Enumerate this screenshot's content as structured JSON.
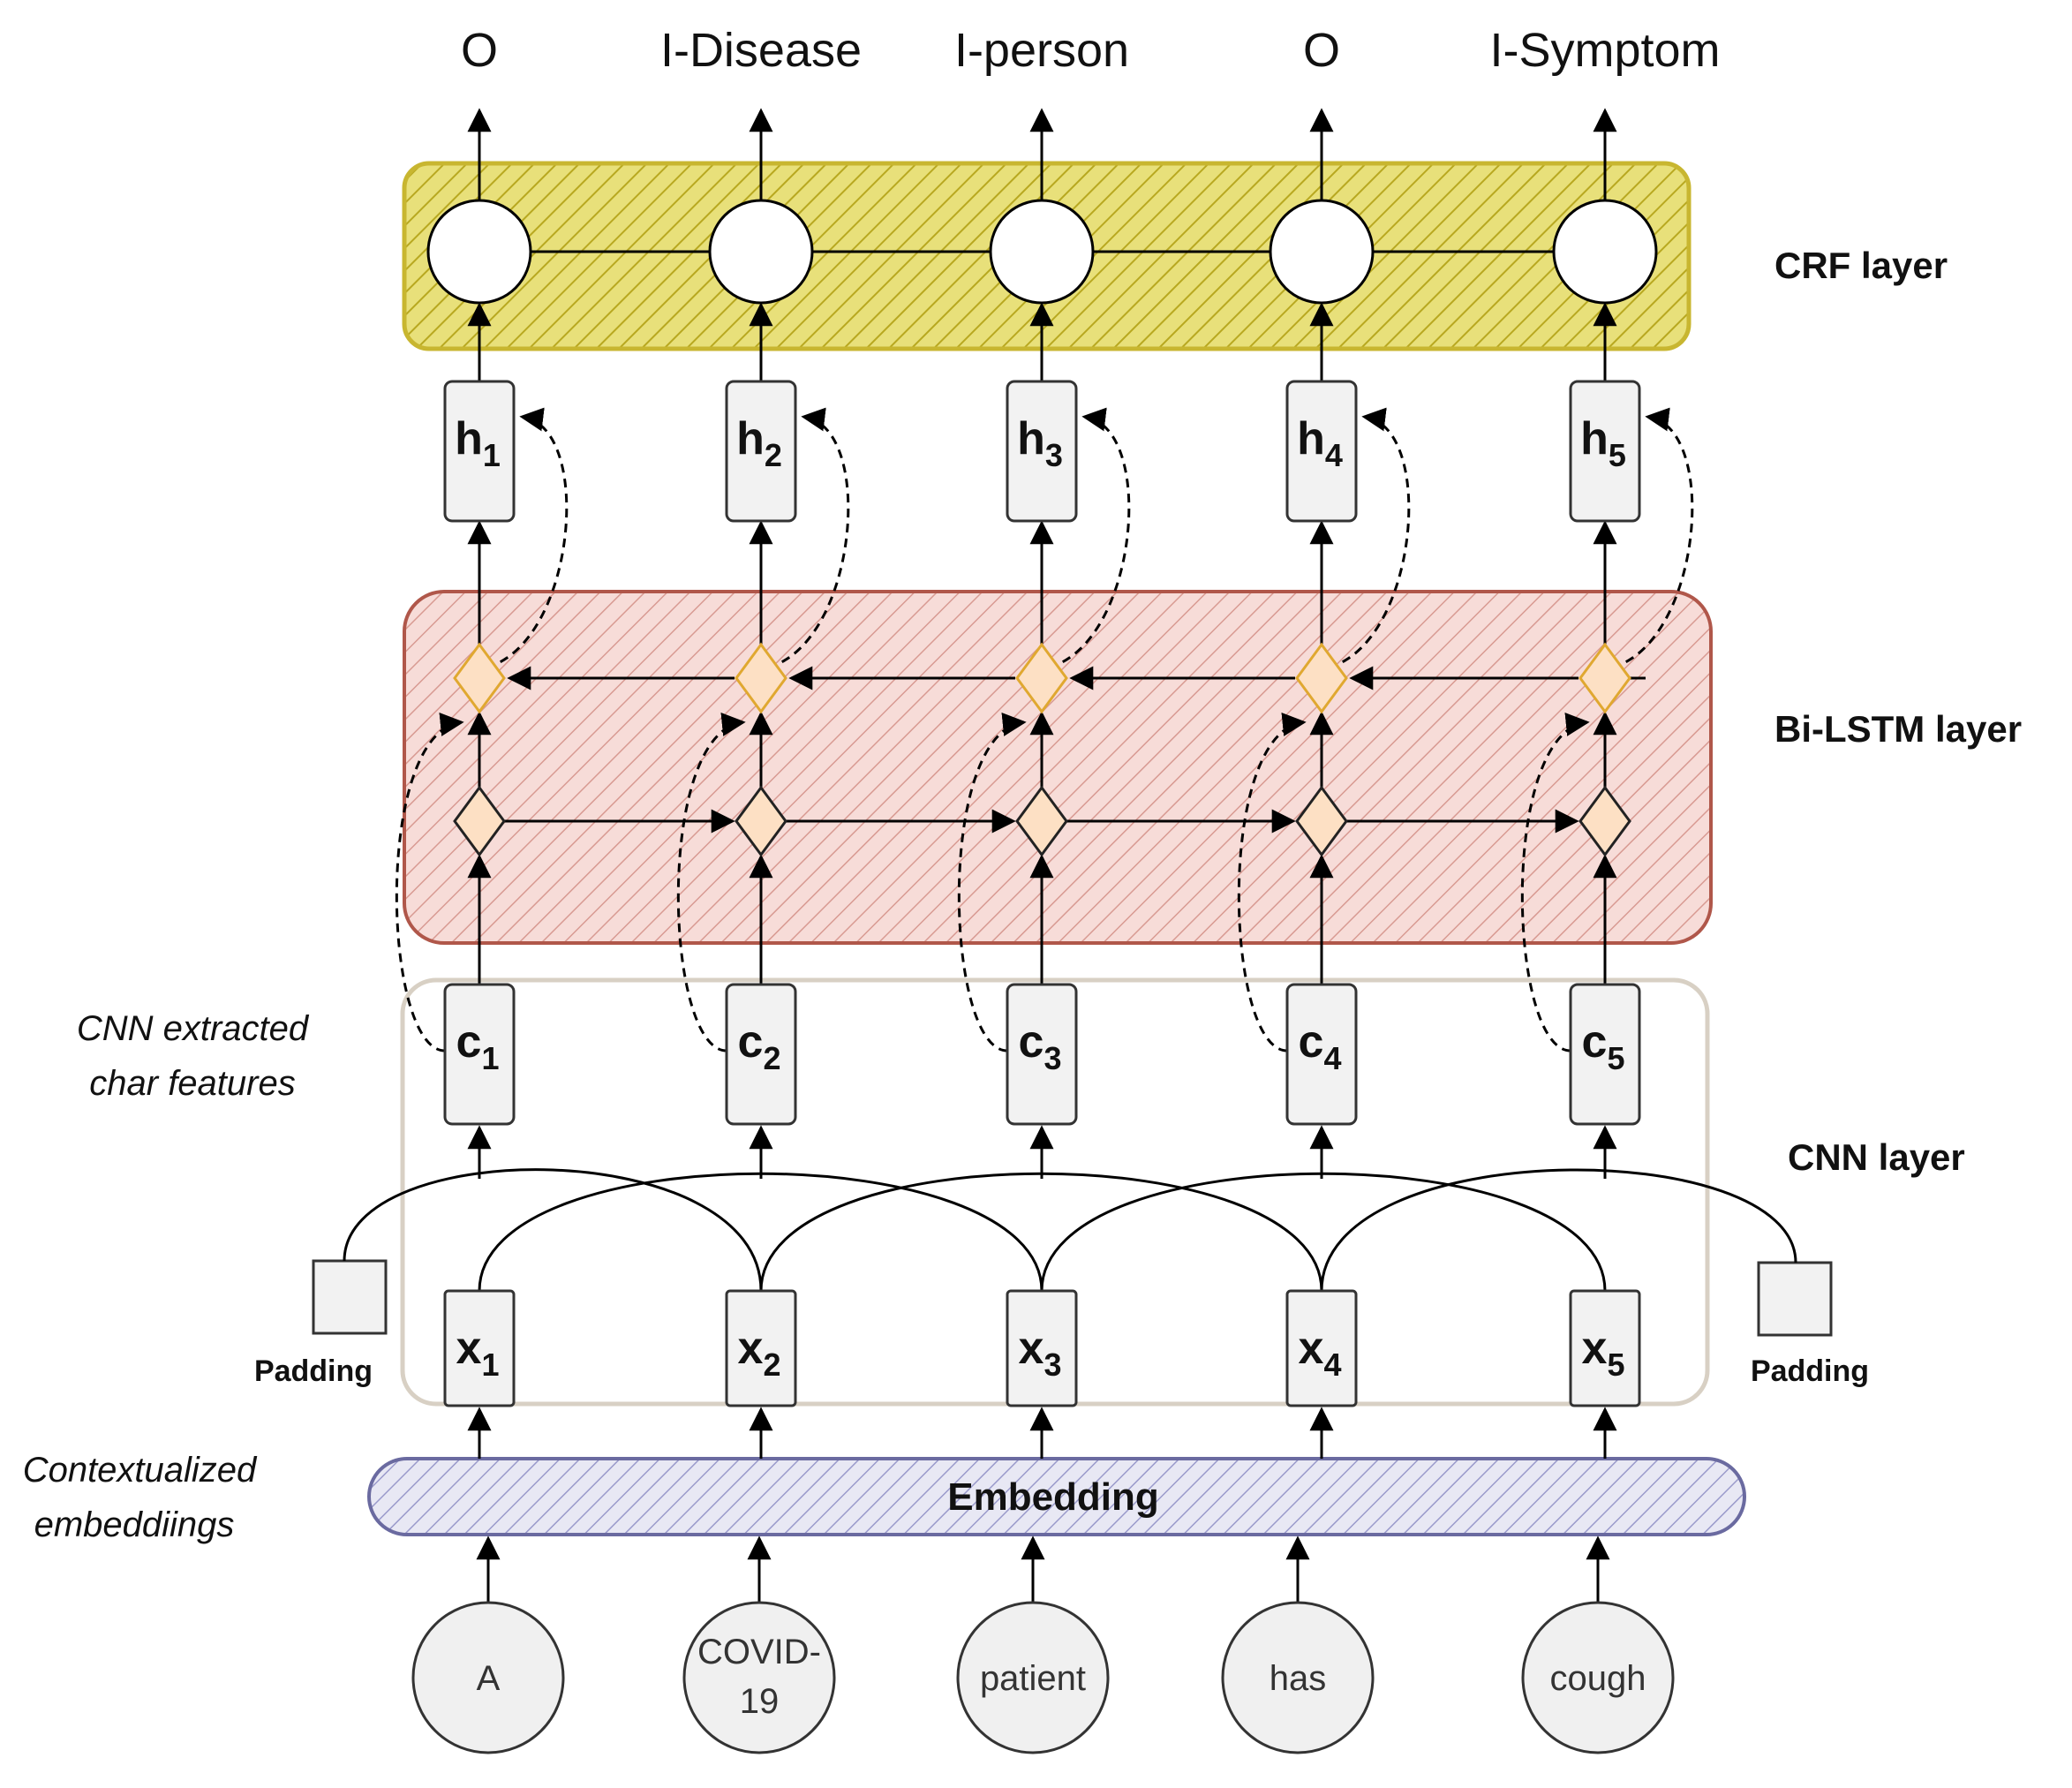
{
  "output_tags": [
    "O",
    "I-Disease",
    "I-person",
    "O",
    "I-Symptom"
  ],
  "layers": {
    "crf": "CRF layer",
    "bilstm": "Bi-LSTM layer",
    "cnn": "CNN layer"
  },
  "side_labels": {
    "cnn_features_line1": "CNN extracted",
    "cnn_features_line2": "char features",
    "contextual_line1": "Contextualized",
    "contextual_line2": "embeddiings"
  },
  "hidden": {
    "symbol": "h",
    "subscripts": [
      "1",
      "2",
      "3",
      "4",
      "5"
    ]
  },
  "chars": {
    "symbol": "c",
    "subscripts": [
      "1",
      "2",
      "3",
      "4",
      "5"
    ]
  },
  "inputs": {
    "symbol": "x",
    "subscripts": [
      "1",
      "2",
      "3",
      "4",
      "5"
    ]
  },
  "padding_label": "Padding",
  "embedding_label": "Embedding",
  "words": [
    [
      "A"
    ],
    [
      "COVID-",
      "19"
    ],
    [
      "patient"
    ],
    [
      "has"
    ],
    [
      "cough"
    ]
  ],
  "colors": {
    "crf_fill": "#e8e07a",
    "crf_hatch": "#b8a820",
    "crf_border": "#c8b630",
    "lstm_fill": "#f7dcd8",
    "lstm_hatch": "#d89a92",
    "lstm_border": "#b0574a",
    "embedding_fill": "#e8e8f4",
    "embedding_hatch": "#9a9acb",
    "embedding_border": "#6a6aa0",
    "cnn_border": "#d8d0c4",
    "diamond_fill": "#fde0c4",
    "diamond_border_top": "#e0a830",
    "diamond_border_bottom": "#222222",
    "cell_fill": "#f2f2f2",
    "word_fill": "#f0f0f0"
  }
}
